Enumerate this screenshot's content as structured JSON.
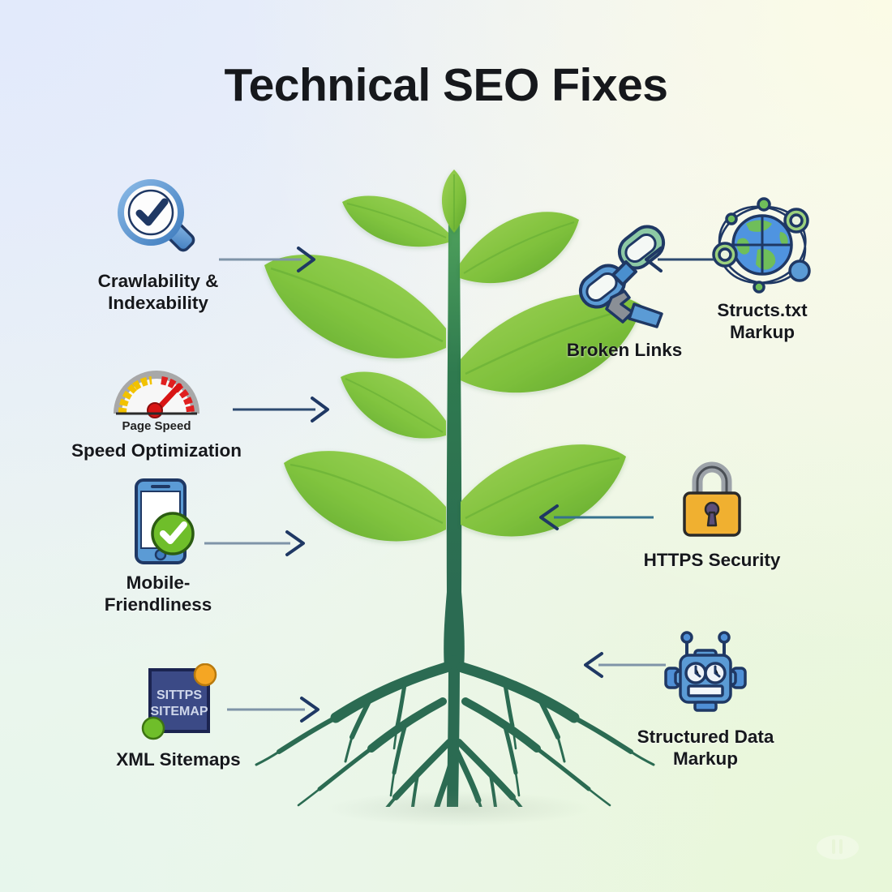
{
  "title": "Technical SEO Fixes",
  "colors": {
    "title_text": "#16181c",
    "label_text": "#16181c",
    "arrow_line": "#7f94a8",
    "arrow_head": "#1f3864",
    "leaf_light": "#8cc63f",
    "leaf_dark": "#5aa02c",
    "stem": "#2f7a4f",
    "root": "#2b6b52",
    "icon_blue": "#5b9bd5",
    "icon_navy": "#1f3864",
    "lock_gold": "#f2b134",
    "check_green": "#6fbe2a",
    "sitemap_navy": "#3b4a86",
    "dot_orange": "#f5a623",
    "dot_green": "#6fbe2a",
    "bg_top_left": "#e2eafb",
    "bg_top_right": "#fbfbe6",
    "bg_bottom_left": "#e7f6ec",
    "bg_bottom_right": "#e8f7d9"
  },
  "left_nodes": [
    {
      "id": "crawlability",
      "icon": "magnifier-check-icon",
      "label": "Crawlability &\nIndexability",
      "sublabel": ""
    },
    {
      "id": "page-speed",
      "icon": "speed-gauge-icon",
      "label": "Speed Optimization",
      "sublabel": "Page Speed"
    },
    {
      "id": "mobile-friendliness",
      "icon": "smartphone-check-icon",
      "label": "Mobile-\nFriendliness",
      "sublabel": ""
    },
    {
      "id": "xml-sitemaps",
      "icon": "sitemap-card-icon",
      "label": "XML Sitemaps",
      "sublabel": "",
      "card_line1": "SITTPS",
      "card_line2": "SITEMAP"
    }
  ],
  "right_nodes": [
    {
      "id": "broken-links",
      "icon": "broken-chain-icon",
      "label": "Broken Links",
      "sublabel": ""
    },
    {
      "id": "structs-txt",
      "icon": "globe-network-icon",
      "label": "Structs.txt\nMarkup",
      "sublabel": ""
    },
    {
      "id": "https-security",
      "icon": "padlock-icon",
      "label": "HTTPS Security",
      "sublabel": ""
    },
    {
      "id": "structured-data",
      "icon": "robot-head-icon",
      "label": "Structured Data\nMarkup",
      "sublabel": ""
    }
  ],
  "center": {
    "graphic": "plant-with-roots",
    "description": "Green seedling with leaves above ground and branching root system below"
  },
  "watermark": {
    "name": "watermark-logo"
  }
}
